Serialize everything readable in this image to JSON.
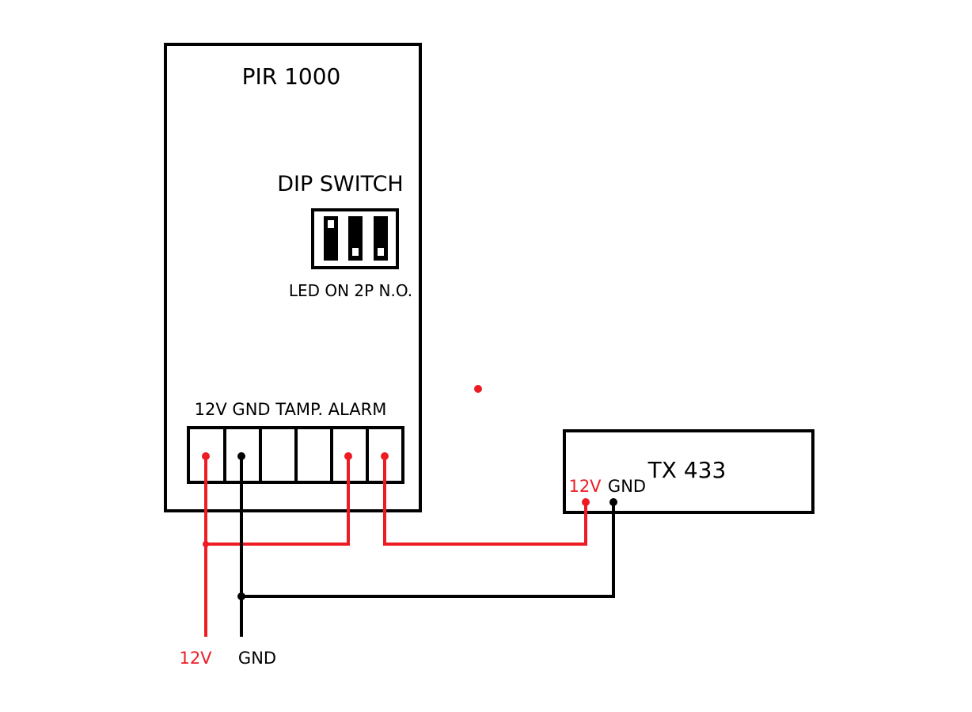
{
  "pir_module": {
    "title": "PIR 1000",
    "dip_switch": {
      "label": "DIP SWITCH",
      "caption": "LED ON 2P N.O.",
      "switches": [
        {
          "name": "LED ON",
          "position": "up"
        },
        {
          "name": "2P",
          "position": "down"
        },
        {
          "name": "N.O.",
          "position": "down"
        }
      ]
    },
    "terminal_label": "12V GND TAMP. ALARM",
    "terminal_count": 6
  },
  "tx_module": {
    "title": "TX 433",
    "pin_12v": "12V",
    "pin_gnd": "GND"
  },
  "supply": {
    "label_12v": "12V",
    "label_gnd": "GND"
  },
  "colors": {
    "positive": "#ed1c24",
    "ground": "#000000",
    "outline": "#000000"
  }
}
